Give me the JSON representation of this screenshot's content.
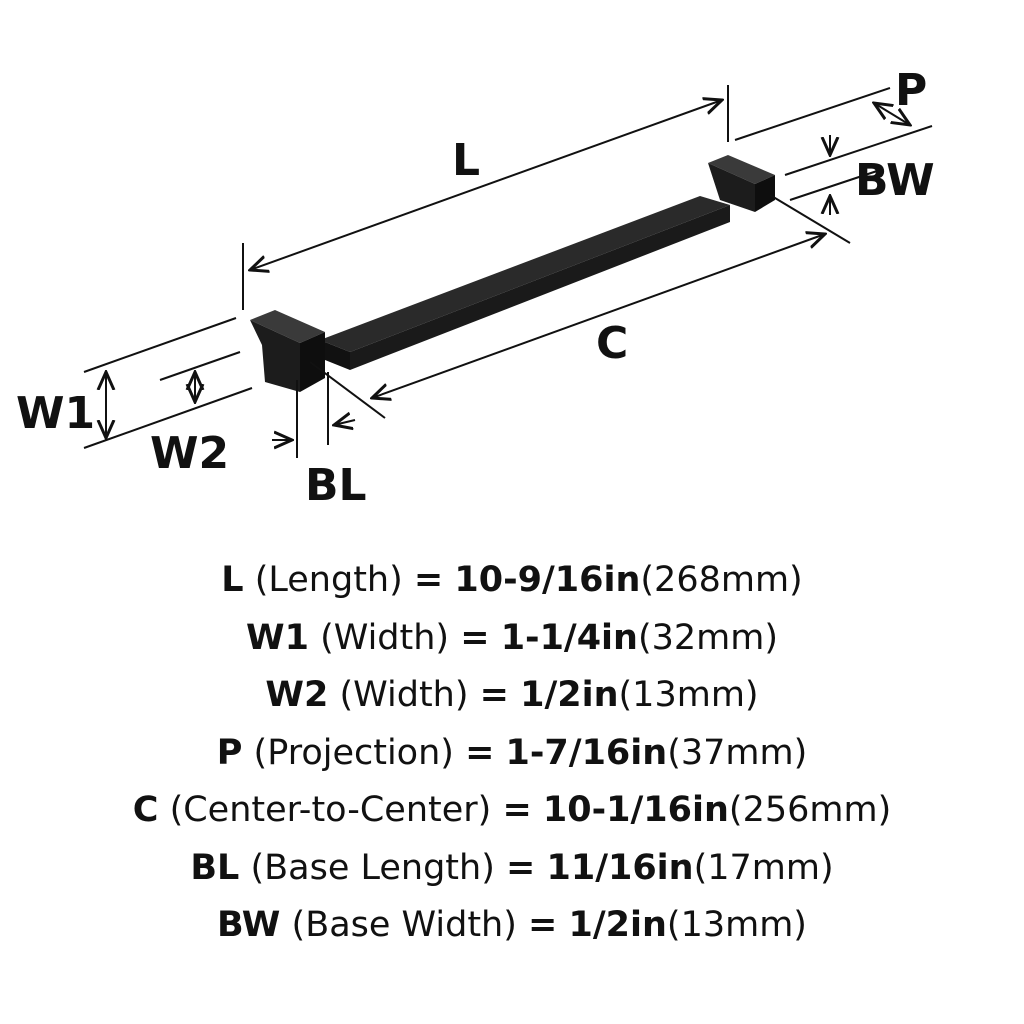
{
  "labels": {
    "L": "L",
    "P": "P",
    "BW": "BW",
    "C": "C",
    "W1": "W1",
    "W2": "W2",
    "BL": "BL"
  },
  "specs": [
    {
      "code": "L",
      "name": "(Length)",
      "eq": "=",
      "imperial": "10-9/16in",
      "metric": "(268mm)"
    },
    {
      "code": "W1",
      "name": "(Width)",
      "eq": "=",
      "imperial": "1-1/4in",
      "metric": "(32mm)"
    },
    {
      "code": "W2",
      "name": "(Width)",
      "eq": "=",
      "imperial": "1/2in",
      "metric": "(13mm)"
    },
    {
      "code": "P",
      "name": "(Projection)",
      "eq": "=",
      "imperial": "1-7/16in",
      "metric": "(37mm)"
    },
    {
      "code": "C",
      "name": "(Center-to-Center)",
      "eq": "=",
      "imperial": "10-1/16in",
      "metric": "(256mm)"
    },
    {
      "code": "BL",
      "name": "(Base Length)",
      "eq": "=",
      "imperial": "11/16in",
      "metric": "(17mm)"
    },
    {
      "code": "BW",
      "name": "(Base Width)",
      "eq": "=",
      "imperial": "1/2in",
      "metric": "(13mm)"
    }
  ]
}
